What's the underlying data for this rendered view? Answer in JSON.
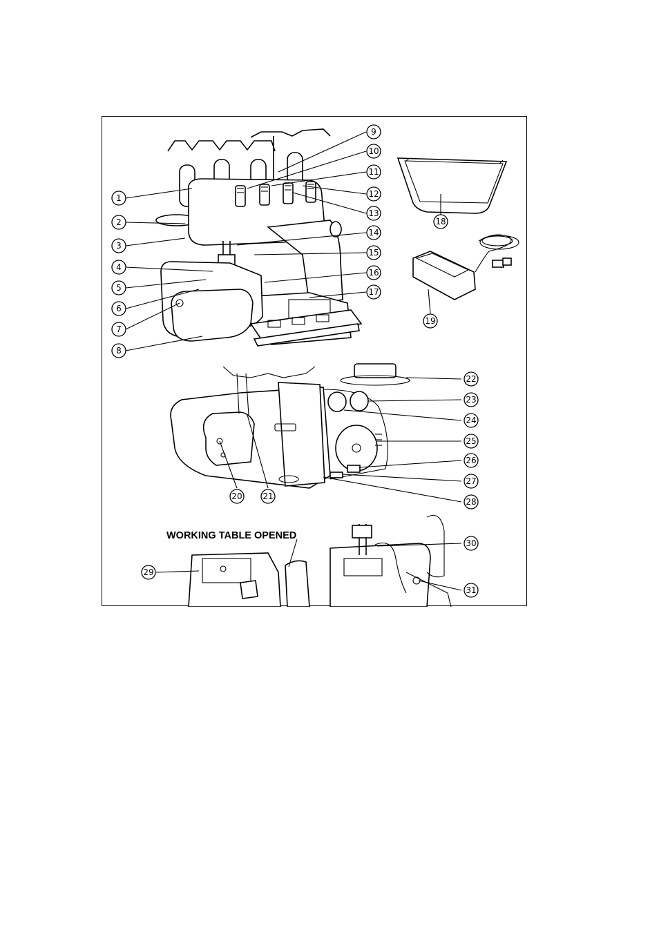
{
  "section_label": "WORKING TABLE OPENED",
  "callouts": [
    "1",
    "2",
    "3",
    "4",
    "5",
    "6",
    "7",
    "8",
    "9",
    "10",
    "11",
    "12",
    "13",
    "14",
    "15",
    "16",
    "17",
    "18",
    "19",
    "20",
    "21",
    "22",
    "23",
    "24",
    "25",
    "26",
    "27",
    "28",
    "29",
    "30",
    "31"
  ],
  "colors": {
    "ink": "#000000",
    "paper": "#ffffff"
  }
}
